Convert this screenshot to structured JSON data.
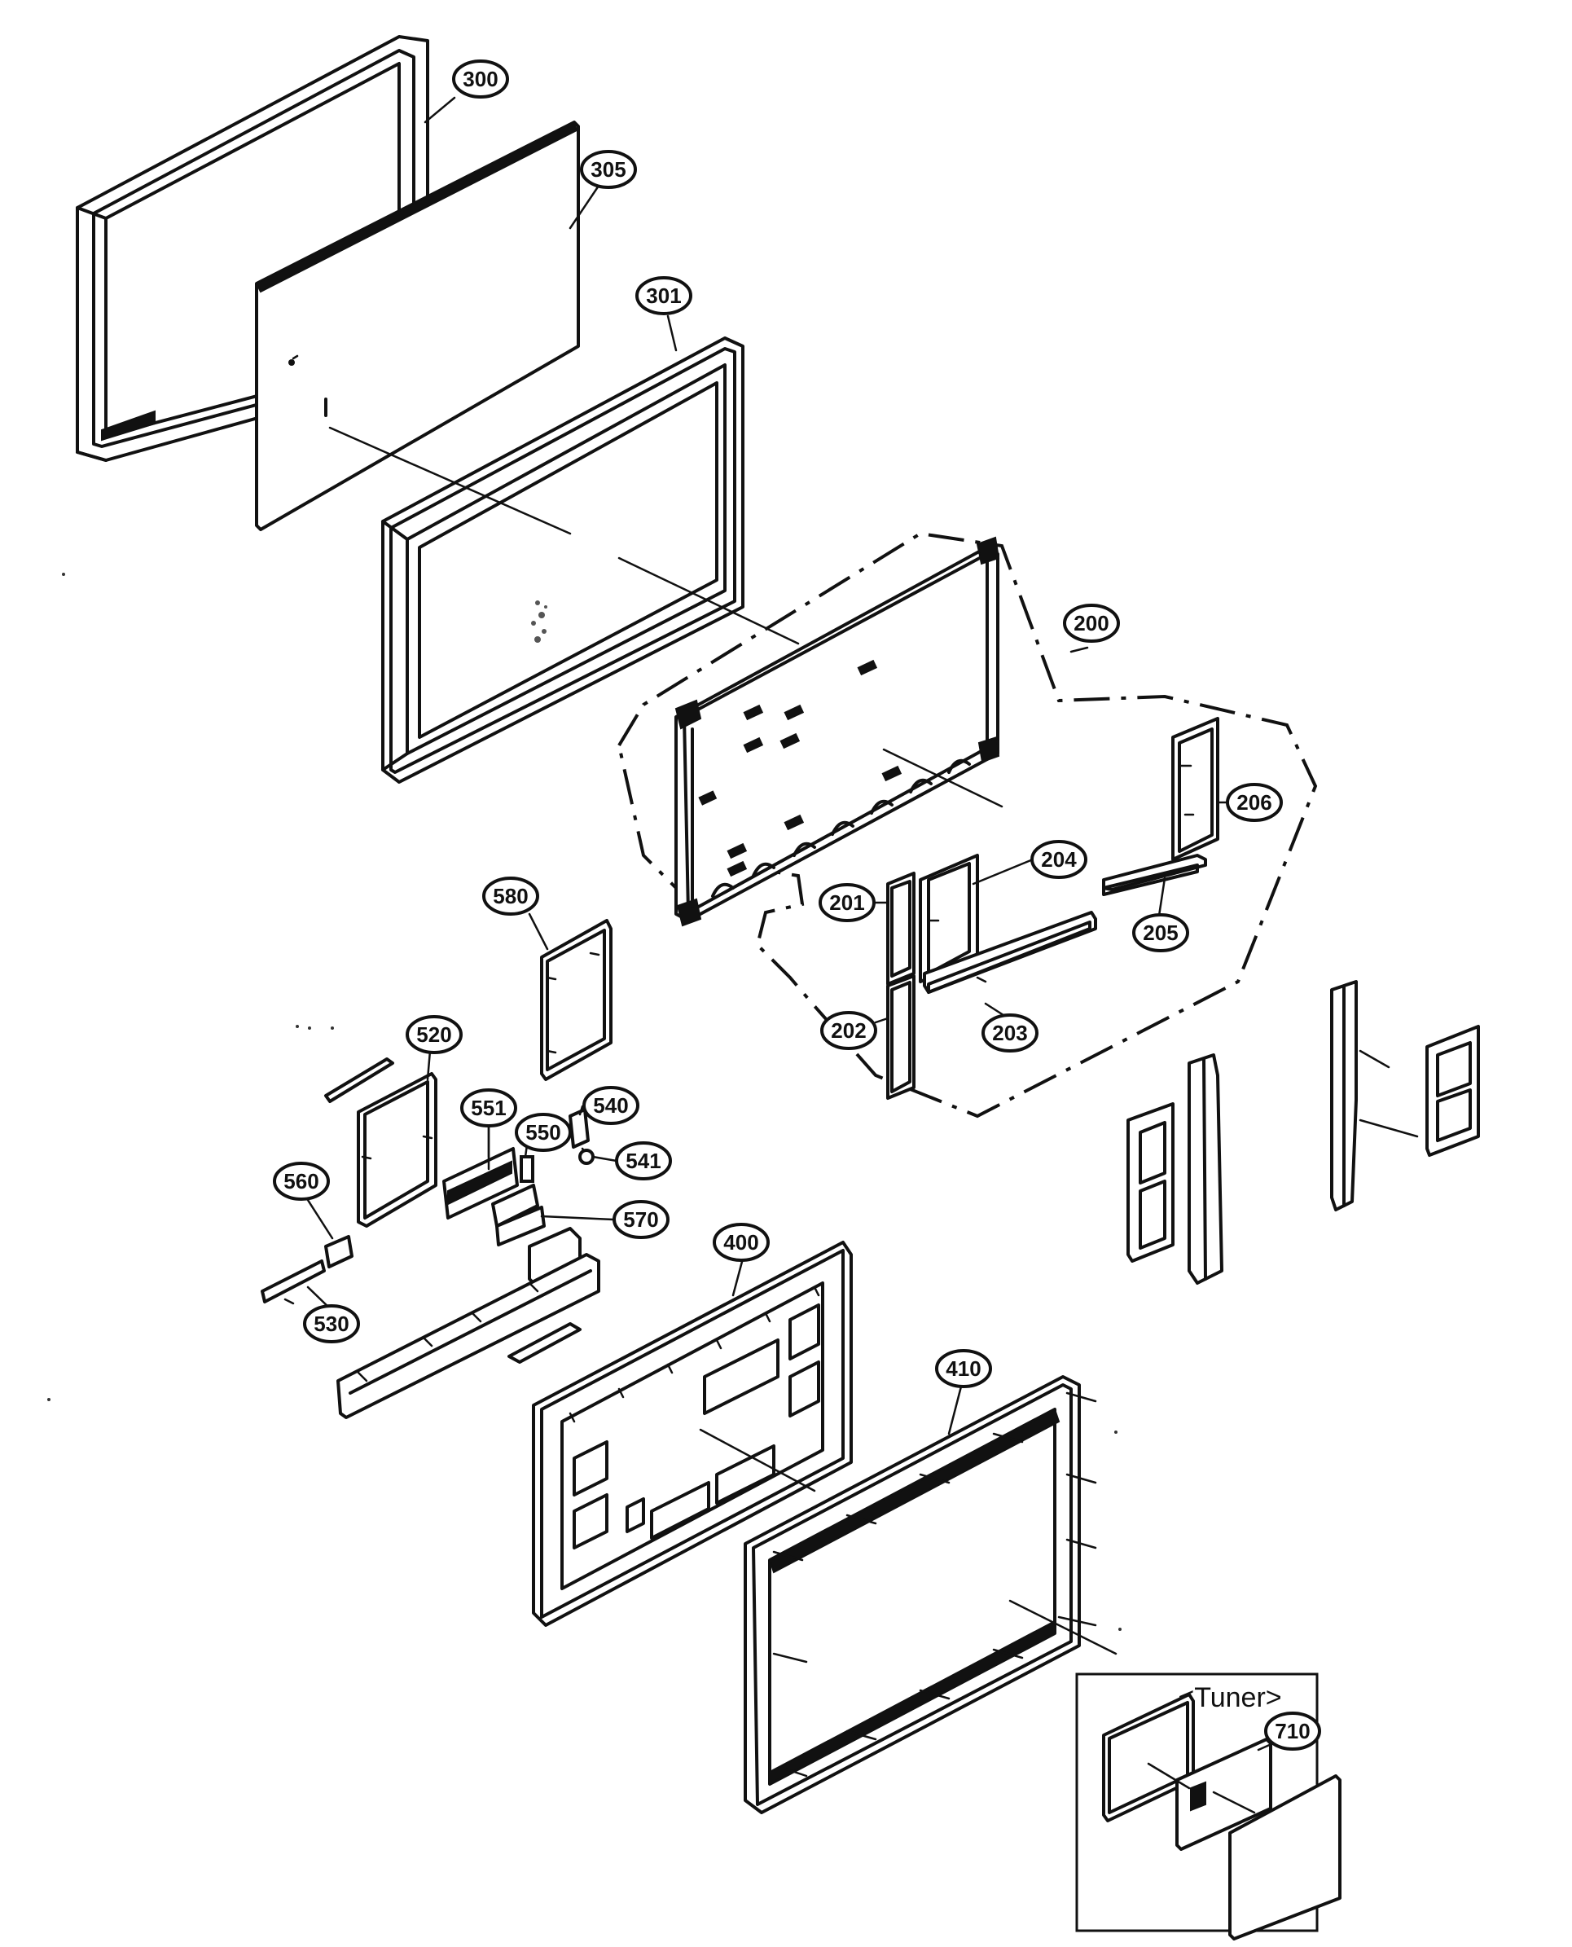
{
  "diagram": {
    "inset_title": "<Tuner>",
    "parts": [
      {
        "id": "300",
        "label": "300"
      },
      {
        "id": "305",
        "label": "305"
      },
      {
        "id": "301",
        "label": "301"
      },
      {
        "id": "200",
        "label": "200"
      },
      {
        "id": "206",
        "label": "206"
      },
      {
        "id": "204",
        "label": "204"
      },
      {
        "id": "201",
        "label": "201"
      },
      {
        "id": "205",
        "label": "205"
      },
      {
        "id": "202",
        "label": "202"
      },
      {
        "id": "203",
        "label": "203"
      },
      {
        "id": "580",
        "label": "580"
      },
      {
        "id": "520",
        "label": "520"
      },
      {
        "id": "551",
        "label": "551"
      },
      {
        "id": "540",
        "label": "540"
      },
      {
        "id": "550",
        "label": "550"
      },
      {
        "id": "541",
        "label": "541"
      },
      {
        "id": "560",
        "label": "560"
      },
      {
        "id": "570",
        "label": "570"
      },
      {
        "id": "530",
        "label": "530"
      },
      {
        "id": "400",
        "label": "400"
      },
      {
        "id": "410",
        "label": "410"
      },
      {
        "id": "710",
        "label": "710"
      }
    ]
  }
}
